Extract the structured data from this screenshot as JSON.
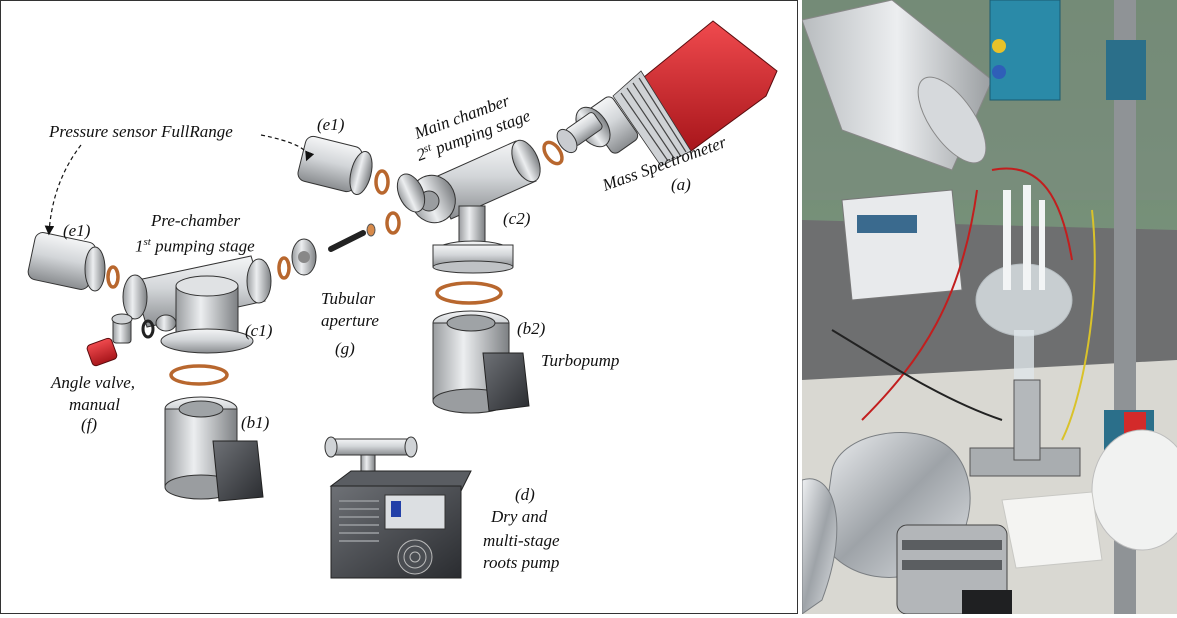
{
  "diagram": {
    "labels": {
      "mass_spectrometer": "Mass Spectrometer",
      "mass_spectrometer_id": "(a)",
      "main_chamber_line1": "Main chamber",
      "main_chamber_line2_num": "2",
      "main_chamber_line2_sup": "st",
      "main_chamber_line2_rest": " pumping stage",
      "main_chamber_id": "(c2)",
      "pressure_sensor": "Pressure sensor FullRange",
      "sensor_top_id": "(e1)",
      "sensor_left_id": "(e1)",
      "pre_chamber_line1": "Pre-chamber",
      "pre_chamber_line2_num": "1",
      "pre_chamber_line2_sup": "st",
      "pre_chamber_line2_rest": " pumping stage",
      "pre_chamber_id": "(c1)",
      "tubular_line1": "Tubular",
      "tubular_line2": "aperture",
      "tubular_id": "(g)",
      "turbopump": "Turbopump",
      "turbopump_top_id": "(b2)",
      "turbopump_bottom_id": "(b1)",
      "angle_valve_line1": "Angle valve,",
      "angle_valve_line2": "manual",
      "angle_valve_id": "(f)",
      "roots_pump_id": "(d)",
      "roots_line1": "Dry and",
      "roots_line2": "multi-stage",
      "roots_line3": "roots pump"
    },
    "colors": {
      "metal_light": "#e6e8ea",
      "metal_dark": "#8a8d90",
      "gasket": "#b8672e",
      "spectrometer_red": "#d8262c",
      "valve_red": "#c81e24"
    }
  }
}
